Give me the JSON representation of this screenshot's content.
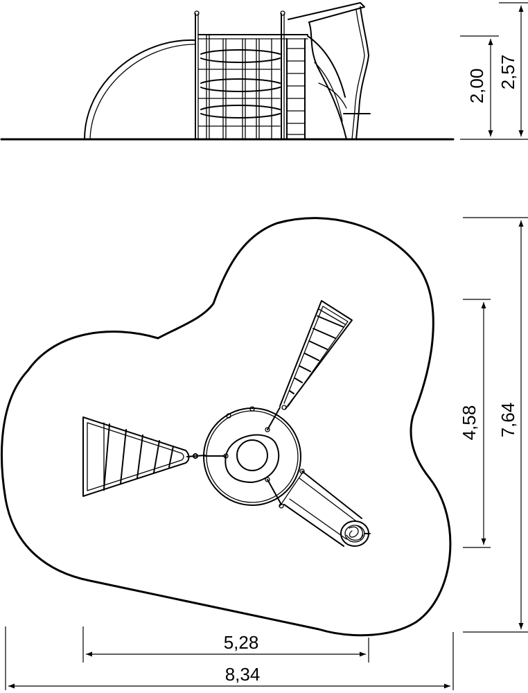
{
  "dimensions": {
    "height_platform": "2,00",
    "height_total": "2,57",
    "depth_equipment": "4,58",
    "depth_total": "7,64",
    "width_equipment": "5,28",
    "width_total": "8,34"
  }
}
